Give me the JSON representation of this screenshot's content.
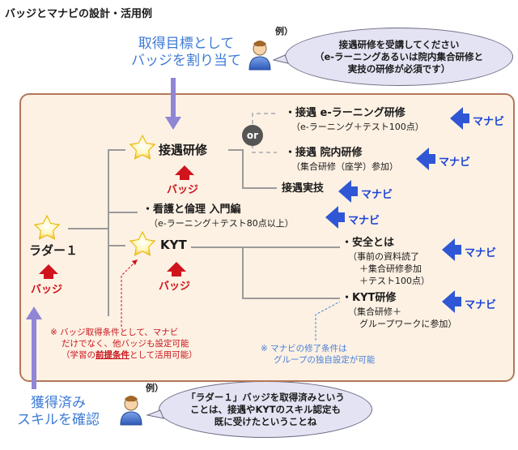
{
  "title": "バッジとマナビの設計・活用例",
  "assign_caption": [
    "取得目標として",
    "バッジを割り当て"
  ],
  "confirm_caption": [
    "獲得済み",
    "スキルを確認"
  ],
  "example_label": "例）",
  "bubble_top": [
    "接遇研修を受講してください",
    "（e-ラーニングあるいは院内集合研修と",
    "実技の研修が必須です）"
  ],
  "bubble_bottom": [
    "「ラダー１」バッジを取得済みという",
    "ことは、接遇やKYTのスキル認定も",
    "既に受けたということね"
  ],
  "nodes": {
    "ladder": "ラダー１",
    "setsugu": "接遇研修",
    "kyt": "KYT"
  },
  "badge_label": "バッジ",
  "manabi_label": "マナビ",
  "or_label": "or",
  "items": {
    "elearn_title": "・接遇 e-ラーニング研修",
    "elearn_sub": "（e-ラーニング＋テスト100点）",
    "innai_title": "・接遇 院内研修",
    "innai_sub": "（集合研修（座学）参加）",
    "jitsugi_title": "接遇実技",
    "kango_title": "・看護と倫理 入門編",
    "kango_sub": "（e-ラーニング＋テスト80点以上）",
    "anzen_title": "・安全とは",
    "anzen_sub": [
      "（事前の資料読了",
      "＋集合研修参加",
      "＋テスト100点）"
    ],
    "kytk_title": "・KYT研修",
    "kytk_sub": [
      "（集合研修＋",
      "グループワークに参加）"
    ]
  },
  "note_red": [
    "※ バッジ取得条件として、マナビ",
    "だけでなく、他バッジも設定可能",
    "（学習の",
    "前提条件",
    "として活用可能）"
  ],
  "note_blue": [
    "※ マナビの修了条件は",
    "グループの独自設定が可能"
  ],
  "colors": {
    "panel": "#fdf1e3",
    "panel_border": "#b3775a",
    "badge": "#d0141c",
    "manabi": "#1b44d6",
    "arrow_blue": "#2f56d4",
    "line_gray": "#999999"
  }
}
